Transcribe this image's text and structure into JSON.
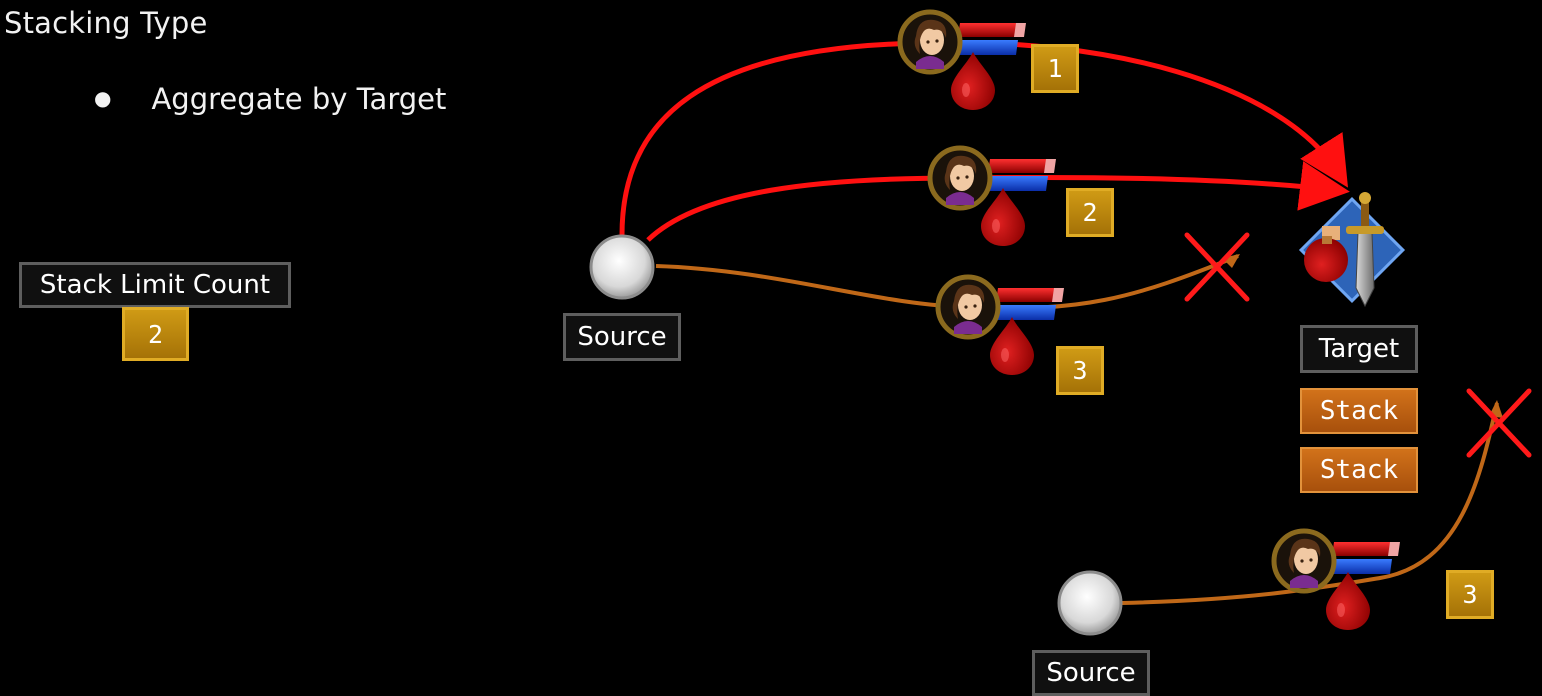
{
  "slide": {
    "title": "Stacking Type",
    "bullets": [
      "Aggregate by Target"
    ]
  },
  "stack_limit": {
    "label": "Stack Limit Count",
    "value": "2"
  },
  "diagram": {
    "source_label": "Source",
    "source2_label": "Source",
    "target_label": "Target",
    "stack_labels": [
      "Stack",
      "Stack"
    ],
    "application_numbers": [
      "1",
      "2",
      "3",
      "3"
    ],
    "colors": {
      "accepted_arrow": "#ff1010",
      "rejected_arrow": "#c06818",
      "badge": "#b88210",
      "stack": "#c0621a",
      "reject_mark": "#ff1a1a"
    },
    "icons": [
      "source-node-icon",
      "character-portrait-icon",
      "blood-drop-icon",
      "health-mana-bar-icon",
      "target-sword-potion-icon",
      "rejected-x-icon"
    ]
  }
}
